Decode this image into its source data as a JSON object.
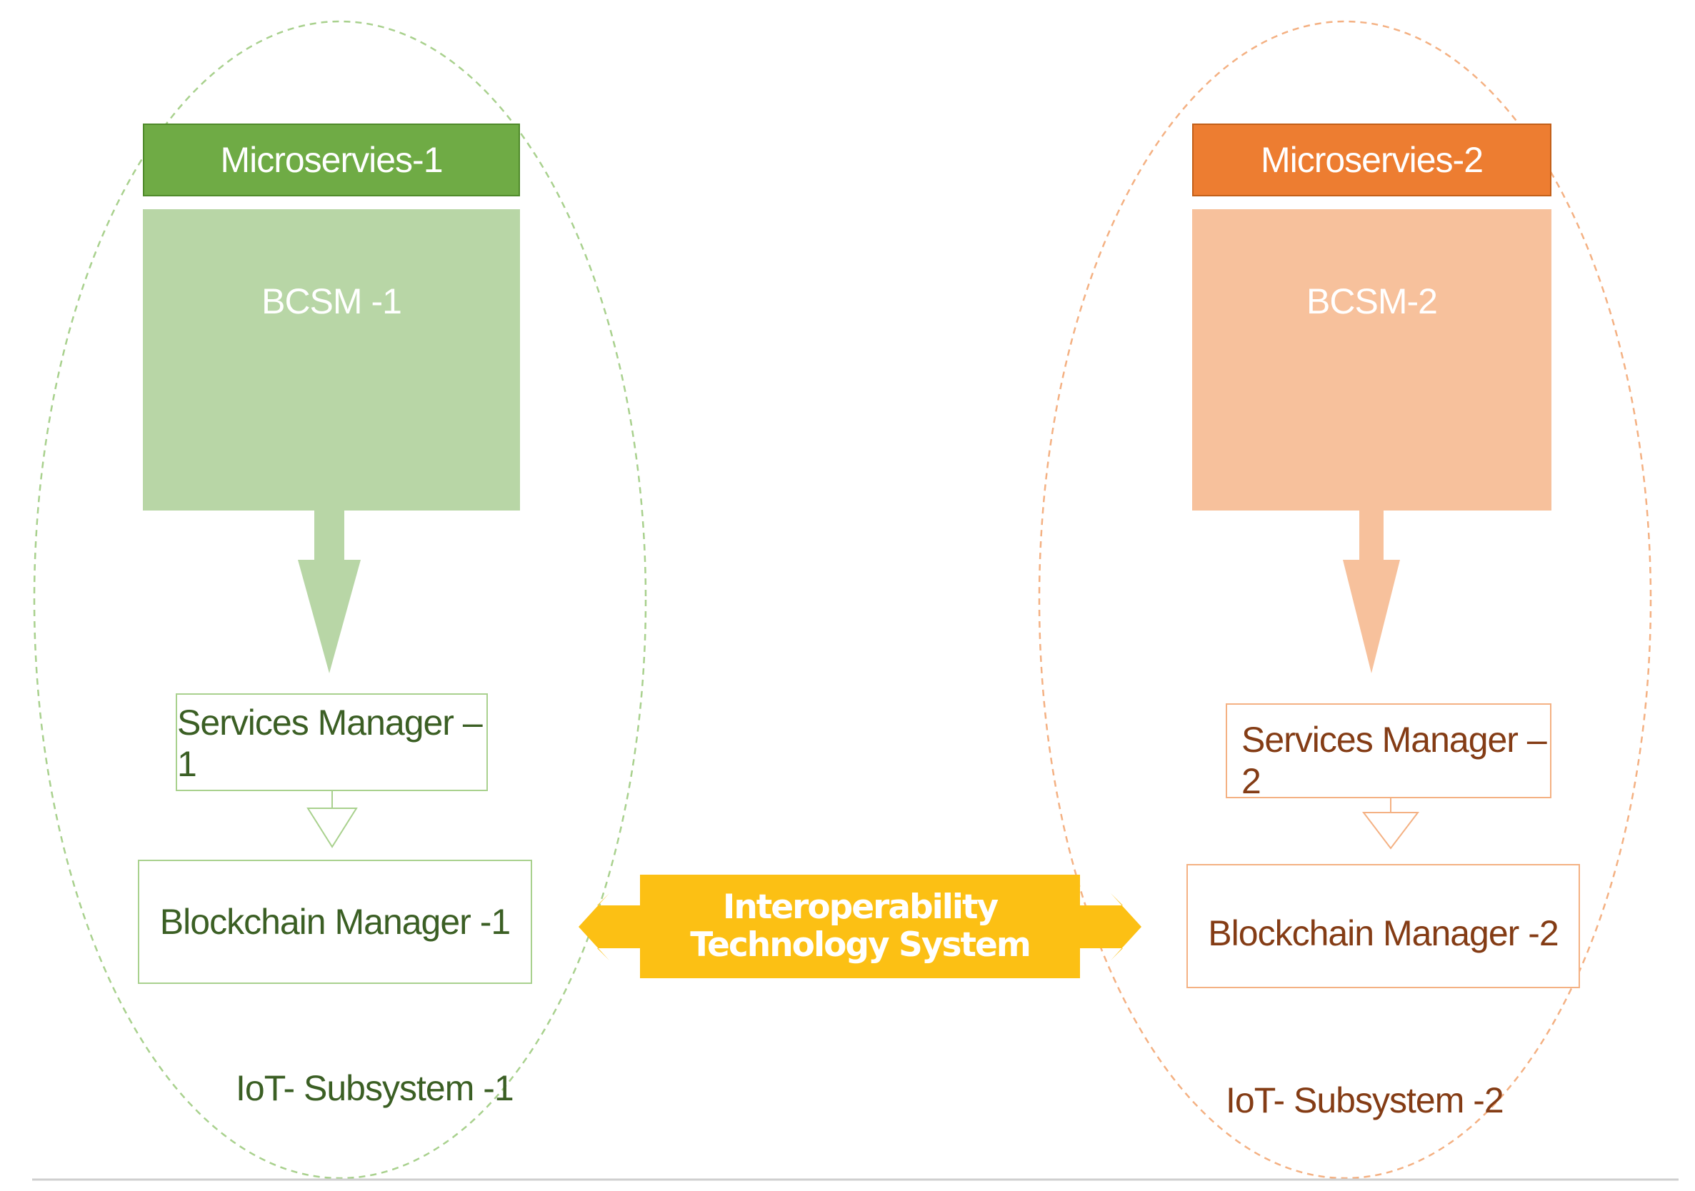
{
  "left": {
    "header": "Microservies-1",
    "bcsm": "BCSM -1",
    "services_manager": "Services Manager –1",
    "blockchain_manager": "Blockchain Manager -1",
    "subsystem": "IoT- Subsystem -1"
  },
  "right": {
    "header": "Microservies-2",
    "bcsm": "BCSM-2",
    "services_manager": "Services Manager –2",
    "blockchain_manager": "Blockchain Manager -2",
    "subsystem": "IoT- Subsystem -2"
  },
  "interoperability": {
    "line1": "Interoperability",
    "line2": "Technology System"
  },
  "colors": {
    "green_dark": "#6fab45",
    "green_light": "#b8d6a6",
    "green_text": "#3b5f24",
    "orange_dark": "#ed7d31",
    "orange_light": "#f7c19c",
    "orange_text": "#843c15",
    "yellow": "#fcc014"
  }
}
